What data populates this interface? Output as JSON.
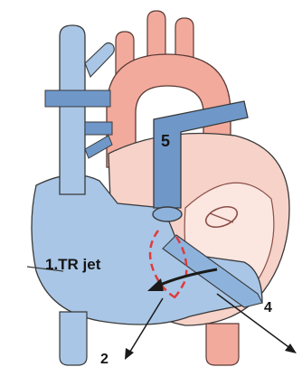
{
  "labels": {
    "tr_jet": "1.TR jet",
    "marker_2": "2",
    "marker_4": "4",
    "marker_5": "5"
  },
  "colors": {
    "venous_blue": "#a9c6e6",
    "venous_blue_dark": "#7fa3cf",
    "pulmonary_blue": "#6f98c9",
    "aorta_pink": "#f2aa9c",
    "heart_pink": "#f6d2c9",
    "outline": "#3a3a3a",
    "jet_dashed": "#e03a3a"
  }
}
